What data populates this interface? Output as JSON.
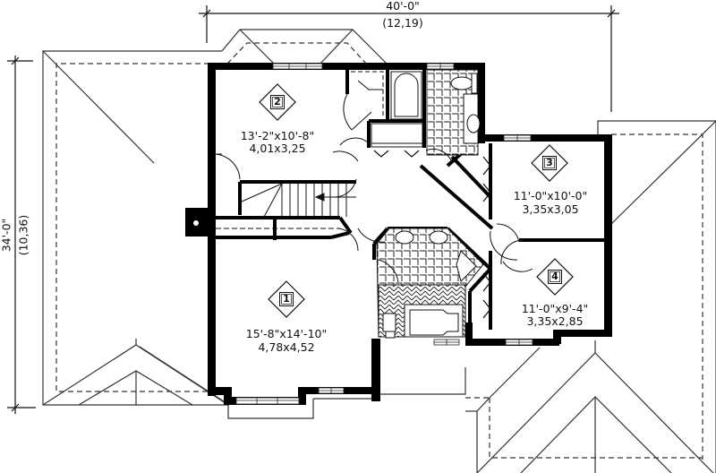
{
  "drawing": {
    "type": "upper floor plan",
    "colors": {
      "wall": "#000000",
      "line": "#222222",
      "roof_line": "#333333",
      "dashed": "#444444",
      "background": "#ffffff"
    }
  },
  "dimensions": {
    "width_imperial": "40'-0\"",
    "width_metric": "(12,19)",
    "depth_imperial": "34'-0\"",
    "depth_metric": "(10,36)"
  },
  "rooms": [
    {
      "number": "1",
      "size_imperial": "15'-8\"x14'-10\"",
      "size_metric": "4,78x4,52"
    },
    {
      "number": "2",
      "size_imperial": "13'-2\"x10'-8\"",
      "size_metric": "4,01x3,25"
    },
    {
      "number": "3",
      "size_imperial": "11'-0\"x10'-0\"",
      "size_metric": "3,35x3,05"
    },
    {
      "number": "4",
      "size_imperial": "11'-0\"x9'-4\"",
      "size_metric": "3,35x2,85"
    }
  ],
  "fixtures": {
    "bathrooms": [
      "main-bath",
      "ensuite-bath"
    ],
    "stair": "stair-down"
  }
}
